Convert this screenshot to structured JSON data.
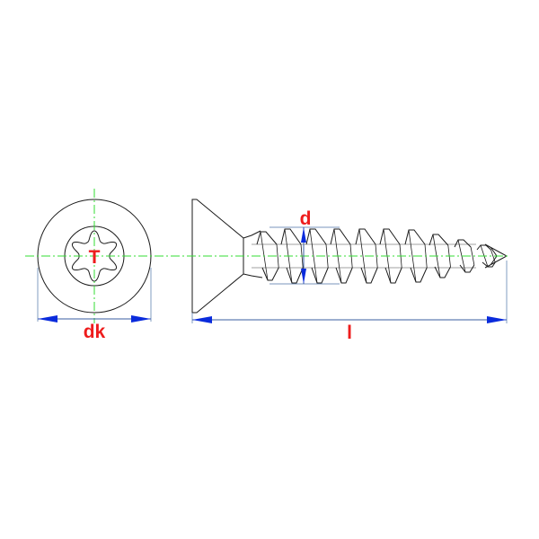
{
  "labels": {
    "drive": "T",
    "head_diameter": "dk",
    "thread_diameter": "d",
    "length": "l"
  },
  "colors": {
    "outline": "#1a1a1a",
    "center_line": "#33dd33",
    "dimension_line": "#3a5ca0",
    "arrow": "#0a2bdc",
    "label": "#ee1c1c"
  }
}
